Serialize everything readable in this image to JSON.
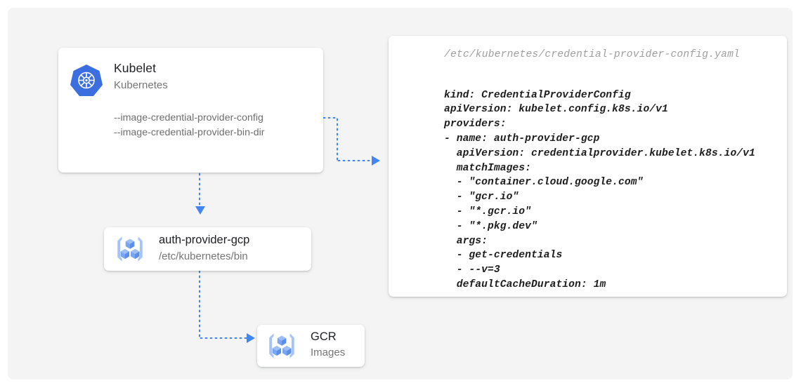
{
  "canvas": {
    "background": "#f4f4f4",
    "accent": "#4285f4"
  },
  "nodes": {
    "kubelet": {
      "title": "Kubelet",
      "subtitle": "Kubernetes",
      "icon": "kubernetes-logo-icon",
      "flags": [
        "--image-credential-provider-config",
        "--image-credential-provider-bin-dir"
      ]
    },
    "auth_provider": {
      "title": "auth-provider-gcp",
      "subtitle": "/etc/kubernetes/bin",
      "icon": "container-registry-icon"
    },
    "gcr": {
      "title": "GCR",
      "subtitle": "Images",
      "icon": "container-registry-icon"
    }
  },
  "yaml_card": {
    "path": "/etc/kubernetes/credential-provider-config.yaml",
    "content": "kind: CredentialProviderConfig\napiVersion: kubelet.config.k8s.io/v1\nproviders:\n- name: auth-provider-gcp\n  apiVersion: credentialprovider.kubelet.k8s.io/v1\n  matchImages:\n  - \"container.cloud.google.com\"\n  - \"gcr.io\"\n  - \"*.gcr.io\"\n  - \"*.pkg.dev\"\n  args:\n  - get-credentials\n  - --v=3\n  defaultCacheDuration: 1m"
  }
}
